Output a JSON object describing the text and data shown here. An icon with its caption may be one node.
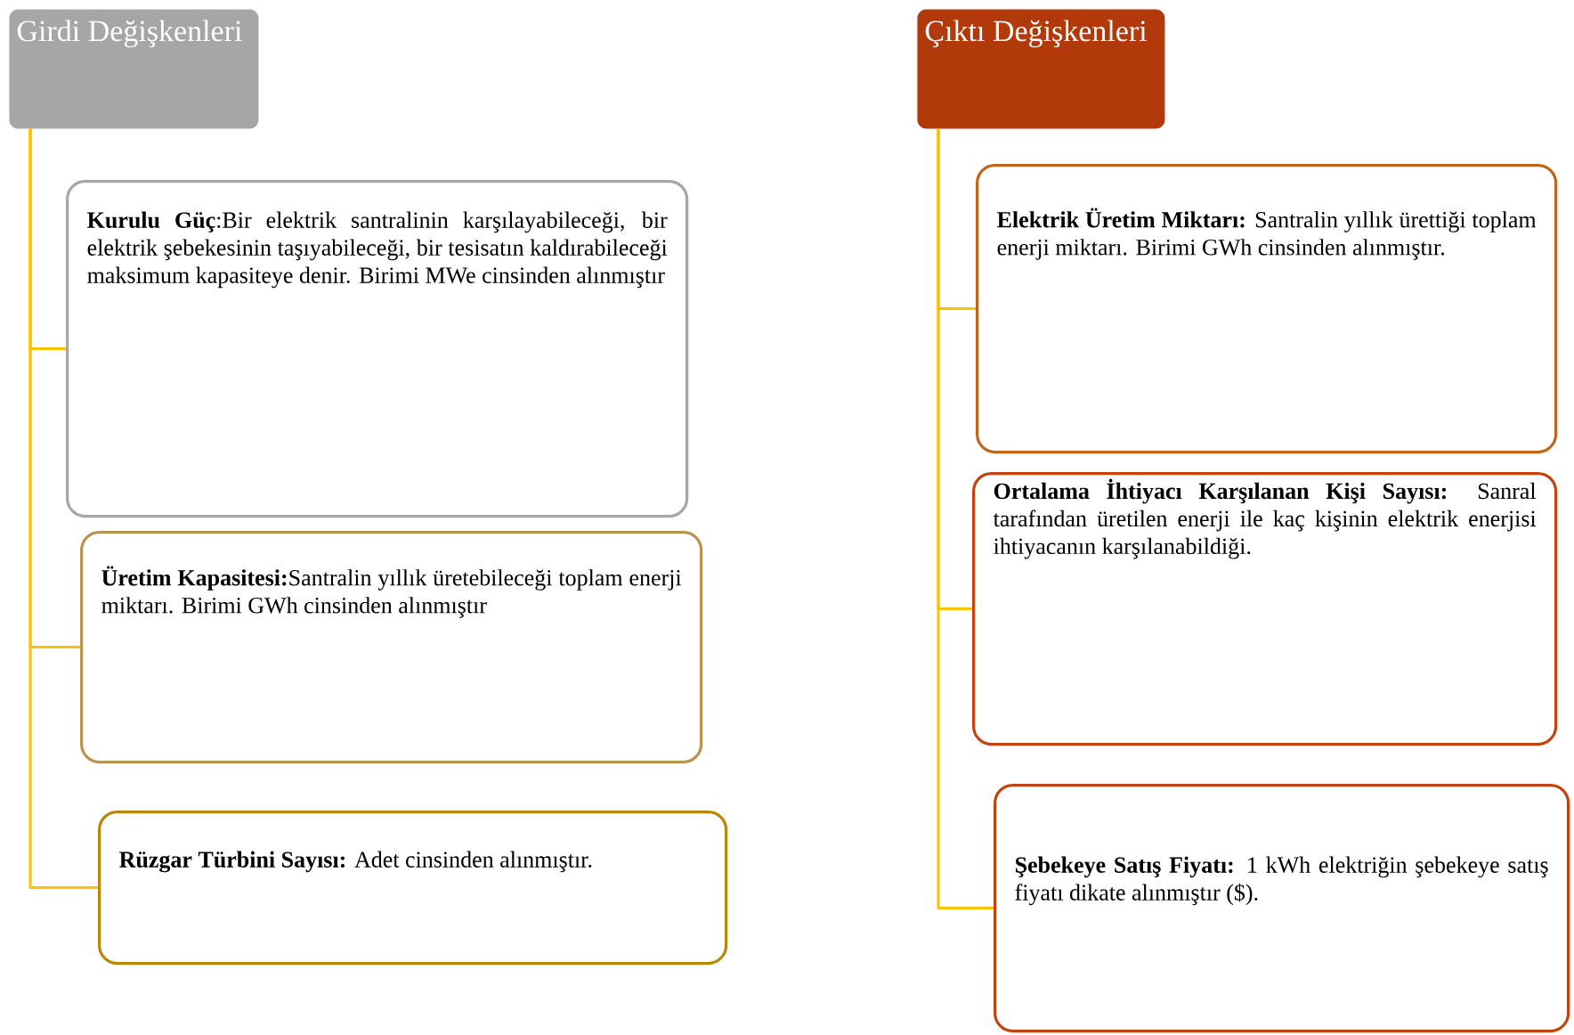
{
  "diagram": {
    "nodes": [
      {
        "text": [
          "Girdi Değişkenleri"
        ]
      },
      {
        "text": [
          "**Kurulu Güç**:Bir elektrik santralinin karşılayabileceği, bir elektrik şebekesinin taşıyabileceği, bir tesisatın kaldırabileceği maksimum kapasiteye denir. Birimi MWe cinsinden alınmıştır"
        ]
      },
      {
        "text": [
          "**Üretim Kapasitesi:**Santralin yıllık üretebileceği toplam enerji miktarı. Birimi GWh cinsinden alınmıştır"
        ]
      },
      {
        "text": [
          "**Rüzgar Türbini Sayısı:** Adet cinsinden alınmıştır."
        ]
      },
      {
        "text": [
          "Çıktı Değişkenleri"
        ]
      },
      {
        "text": [
          "**Elektrik Üretim Miktarı:** Santralin yıllık ürettiği toplam enerji miktarı. Birimi GWh cinsinden alınmıştır."
        ]
      },
      {
        "text": [
          "**Ortalama İhtiyacı Karşılanan Kişi Sayısı:** Sanral tarafından üretilen enerji ile kaç kişinin elektrik enerjisi ihtiyacanın karşılanabildiği."
        ]
      },
      {
        "text": [
          "**Şebekeye Satış Fiyatı:** 1 kWh elektriğin şebekeye satış fiyatı dikate alınmıştır ($)."
        ]
      }
    ],
    "edges": [
      {
        "from": 0,
        "to": 1,
        "arrow": "none"
      },
      {
        "from": 0,
        "to": 2,
        "arrow": "none"
      },
      {
        "from": 0,
        "to": 3,
        "arrow": "none"
      },
      {
        "from": 4,
        "to": 5,
        "arrow": "none"
      },
      {
        "from": 4,
        "to": 6,
        "arrow": "none"
      },
      {
        "from": 4,
        "to": 7,
        "arrow": "none"
      }
    ]
  }
}
